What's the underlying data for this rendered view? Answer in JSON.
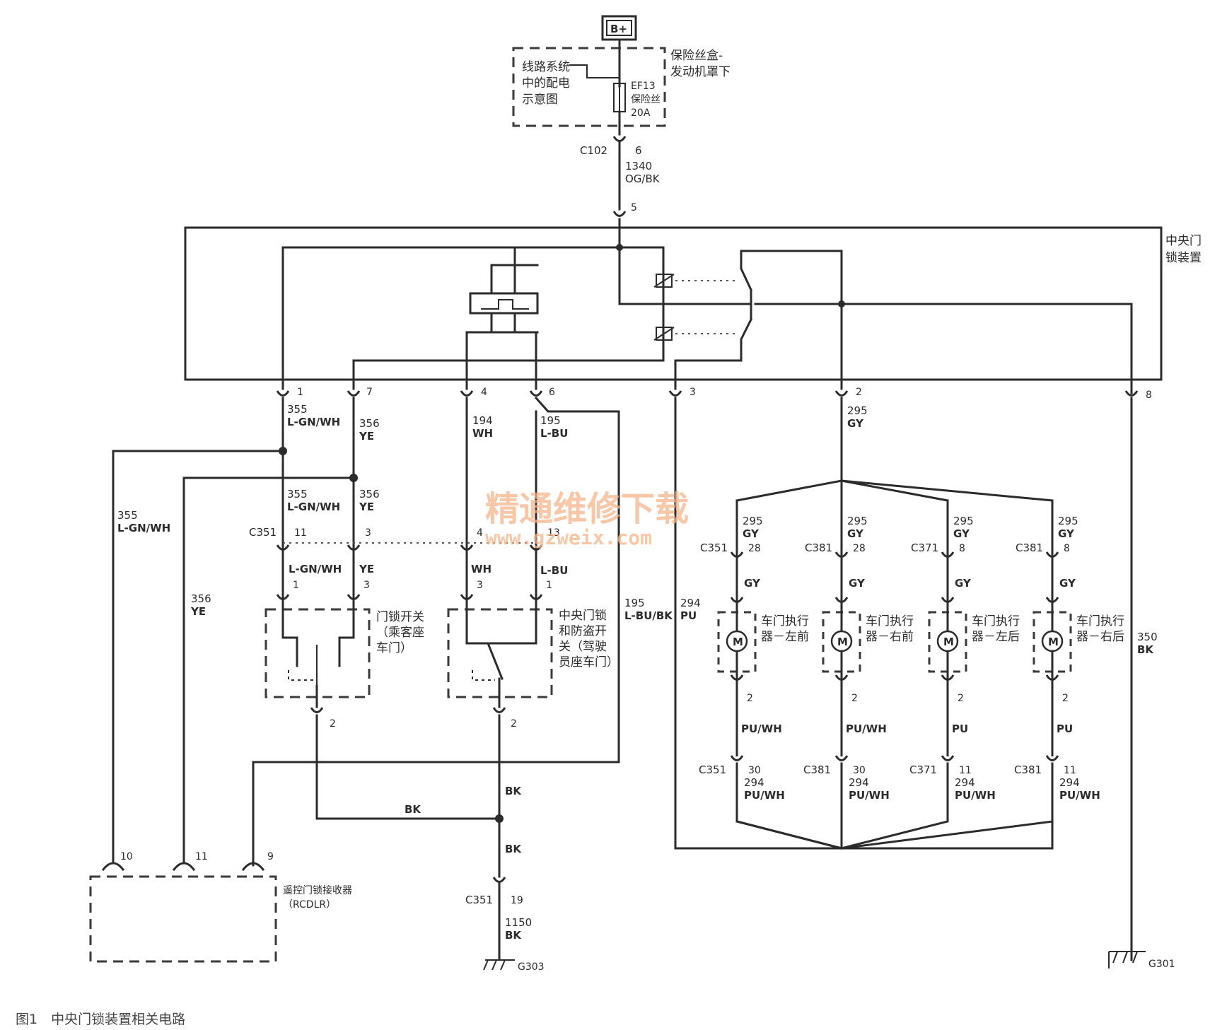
{
  "caption": "图1　中央门锁装置相关电路",
  "watermark": {
    "cn": "精通维修下载",
    "url": "www.gzweix.com"
  },
  "power": {
    "source": "B+",
    "fusebox": [
      "保险丝盒-",
      "发动机罩下"
    ],
    "distribution": [
      "线路系统",
      "中的配电",
      "示意图"
    ],
    "fuse": [
      "EF13",
      "保险丝",
      "20A"
    ]
  },
  "feed": {
    "connector": "C102",
    "pin": "6",
    "circuit": "1340",
    "color": "OG/BK",
    "module_pin": "5"
  },
  "module": {
    "name": [
      "中央门",
      "锁装置"
    ]
  },
  "module_pins": {
    "p1": "1",
    "p7": "7",
    "p4": "4",
    "p6": "6",
    "p3": "3",
    "p2": "2",
    "p8": "8"
  },
  "wires": {
    "w355": "355",
    "lgnwh": "L-GN/WH",
    "w356": "356",
    "ye": "YE",
    "w194": "194",
    "wh": "WH",
    "w195": "195",
    "lbu": "L-BU",
    "w295": "295",
    "gy": "GY",
    "w355b": "355",
    "lgnwh_b": "L-GN/WH",
    "w356b": "356",
    "ye_b": "YE",
    "w355c": "355",
    "lgnwh_c": "L-GN/WH",
    "w356c": "356",
    "ye_c": "YE",
    "w195b": "195",
    "lbubk": "L-BU/BK",
    "w294": "294",
    "pu": "PU",
    "w350": "350",
    "bk350": "BK",
    "lgnwh_d": "L-GN/WH",
    "ye_d": "YE",
    "wh_d": "WH",
    "lbu_d": "L-BU",
    "bk_a": "BK",
    "bk_b": "BK",
    "bk_c": "BK",
    "w1150": "1150",
    "bk_d": "BK"
  },
  "c351": {
    "label": "C351",
    "p11": "11",
    "p3": "3",
    "p4": "4",
    "p13": "13"
  },
  "switch_pins": {
    "s1": "1",
    "s3": "3",
    "s3b": "3",
    "s1b": "1",
    "s2": "2",
    "s2b": "2"
  },
  "switch_pass": {
    "label": [
      "门锁开关",
      "（乘客座",
      "车门）"
    ]
  },
  "switch_drv": {
    "label": [
      "中央门锁",
      "和防盗开",
      "关（驾驶",
      "员座车门）"
    ]
  },
  "receiver": {
    "label": [
      "遥控门锁接收器",
      "（RCDLR）"
    ],
    "p10": "10",
    "p11": "11",
    "p9": "9"
  },
  "ground_main": {
    "connector": "C351",
    "pin": "19",
    "circuit": "1150",
    "name": "G303"
  },
  "ground_right": {
    "name": "G301"
  },
  "actuators": [
    {
      "name1": "车门执行",
      "name2": "器－左前",
      "m": "M",
      "top_circuit": "295",
      "top_color": "GY",
      "conn_top": "C351",
      "pin_top": "28",
      "gy": "GY",
      "pin_bot": "2",
      "bot_color": "PU/WH",
      "conn_bot": "C351",
      "pin_c": "30",
      "c_circ": "294",
      "c_color": "PU/WH"
    },
    {
      "name1": "车门执行",
      "name2": "器－右前",
      "m": "M",
      "top_circuit": "295",
      "top_color": "GY",
      "conn_top": "C381",
      "pin_top": "28",
      "gy": "GY",
      "pin_bot": "2",
      "bot_color": "PU/WH",
      "conn_bot": "C381",
      "pin_c": "30",
      "c_circ": "294",
      "c_color": "PU/WH"
    },
    {
      "name1": "车门执行",
      "name2": "器－左后",
      "m": "M",
      "top_circuit": "295",
      "top_color": "GY",
      "conn_top": "C371",
      "pin_top": "8",
      "gy": "GY",
      "pin_bot": "2",
      "bot_color": "PU",
      "conn_bot": "C371",
      "pin_c": "11",
      "c_circ": "294",
      "c_color": "PU/WH"
    },
    {
      "name1": "车门执行",
      "name2": "器－右后",
      "m": "M",
      "top_circuit": "295",
      "top_color": "GY",
      "conn_top": "C381",
      "pin_top": "8",
      "gy": "GY",
      "pin_bot": "2",
      "bot_color": "PU",
      "conn_bot": "C381",
      "pin_c": "11",
      "c_circ": "294",
      "c_color": "PU/WH"
    }
  ]
}
